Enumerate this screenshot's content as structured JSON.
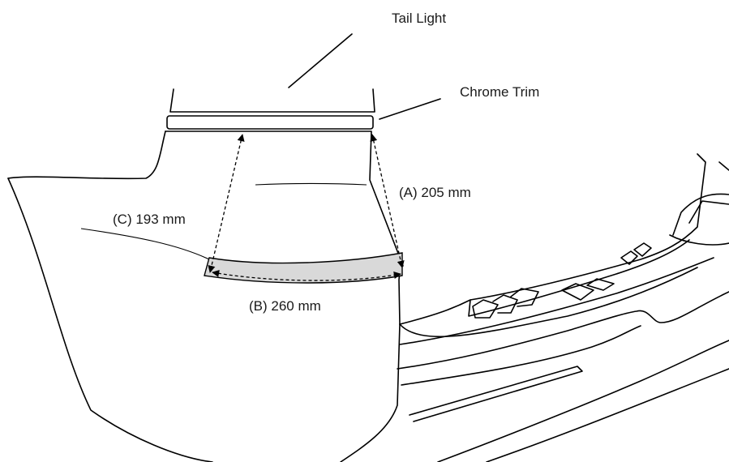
{
  "labels": {
    "tail_light": "Tail Light",
    "chrome_trim": "Chrome Trim",
    "dim_a": "(A) 205 mm",
    "dim_b": "(B) 260 mm",
    "dim_c": "(C) 193 mm"
  },
  "colors": {
    "line": "#000000",
    "area_fill": "#d9d9d9",
    "background": "#ffffff"
  }
}
